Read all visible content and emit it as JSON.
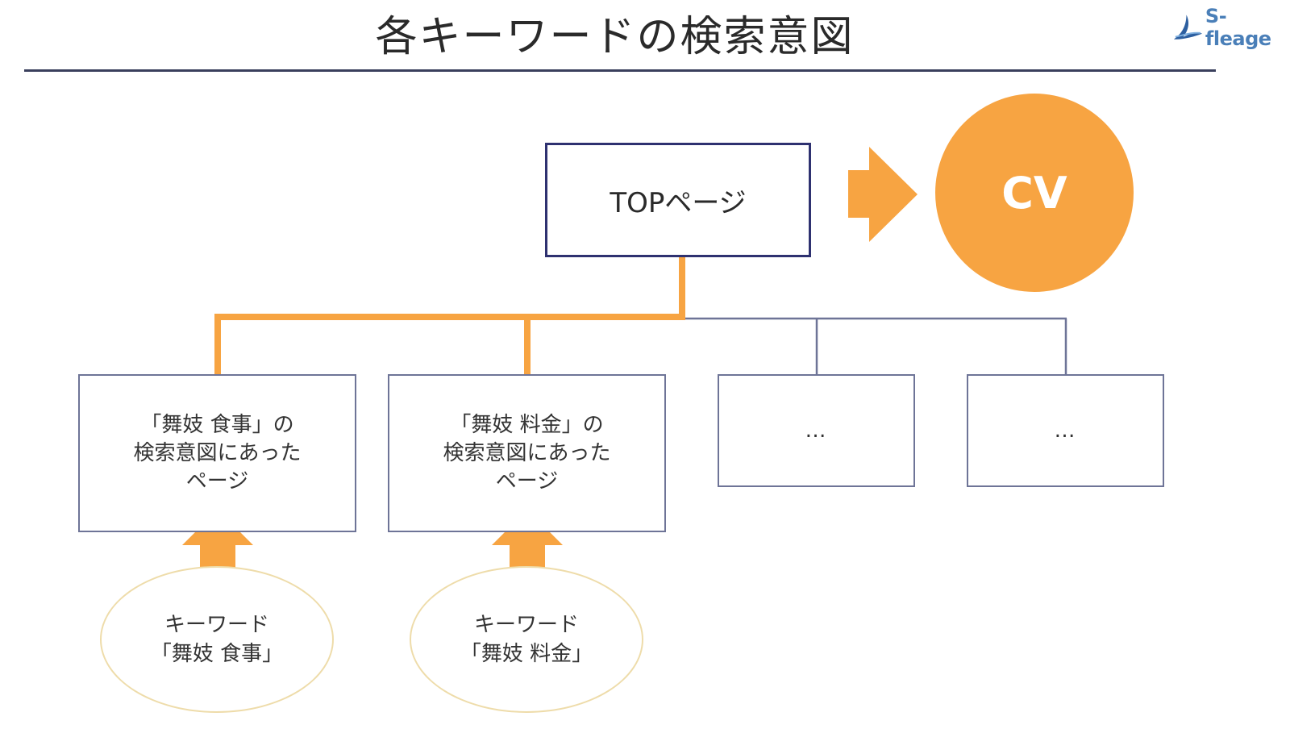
{
  "title": "各キーワードの検索意図",
  "logo": {
    "text": "S-fleage",
    "icon": "sail-swoosh-icon"
  },
  "diagram": {
    "top_page": "TOPページ",
    "conversion": "CV",
    "pages": [
      {
        "label": "「舞妓 食事」の\n検索意図にあった\nページ"
      },
      {
        "label": "「舞妓 料金」の\n検索意図にあった\nページ"
      },
      {
        "label": "…"
      },
      {
        "label": "…"
      }
    ],
    "keywords": [
      {
        "label": "キーワード\n「舞妓 食事」"
      },
      {
        "label": "キーワード\n「舞妓 料金」"
      }
    ]
  },
  "colors": {
    "accent": "#f7a442",
    "navy": "#2e3170",
    "connector": "#6e7497",
    "ellipse_border": "#eedcaa"
  }
}
